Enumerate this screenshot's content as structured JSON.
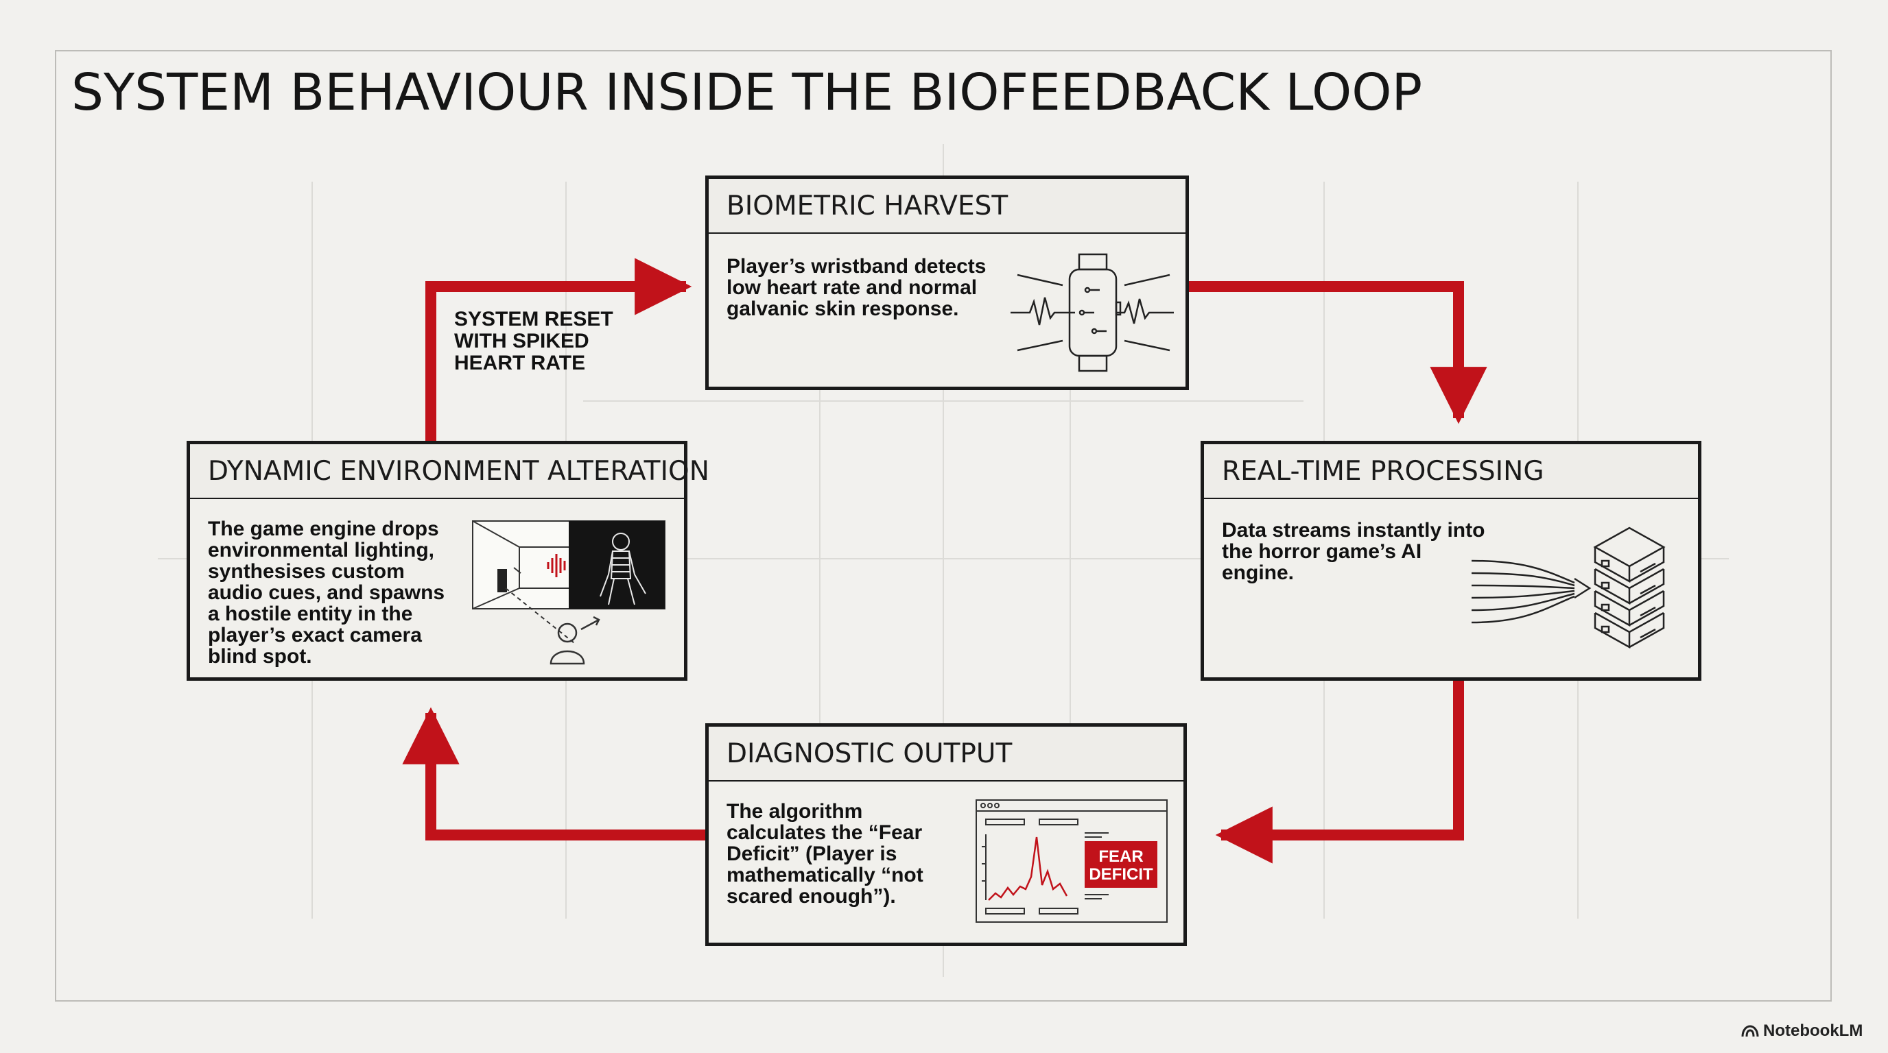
{
  "title": "SYSTEM BEHAVIOUR INSIDE THE BIOFEEDBACK LOOP",
  "nodes": {
    "biometric": {
      "title": "BIOMETRIC HARVEST",
      "text": "Player’s wristband detects low heart rate and normal galvanic skin response.",
      "icon": "smartwatch-icon"
    },
    "processing": {
      "title": "REAL-TIME PROCESSING",
      "text": "Data streams instantly into the horror game’s AI engine.",
      "icon": "server-stack-icon"
    },
    "diagnostic": {
      "title": "DIAGNOSTIC OUTPUT",
      "text": "The algorithm calculates the “Fear Deficit” (Player is mathematically “not scared enough”).",
      "icon": "dashboard-chart-icon",
      "badge": [
        "FEAR",
        "DEFICIT"
      ]
    },
    "environment": {
      "title": "DYNAMIC ENVIRONMENT ALTERATION",
      "text": "The game engine drops environmental lighting, synthesises custom audio cues, and spawns a hostile entity in the player’s exact camera blind spot.",
      "icon": "blind-spot-entity-icon"
    }
  },
  "edges": [
    {
      "from": "biometric",
      "to": "processing",
      "label": ""
    },
    {
      "from": "processing",
      "to": "diagnostic",
      "label": ""
    },
    {
      "from": "diagnostic",
      "to": "environment",
      "label": ""
    },
    {
      "from": "environment",
      "to": "biometric",
      "label": "SYSTEM RESET WITH SPIKED HEART RATE"
    }
  ],
  "colors": {
    "accent": "#c1121a",
    "ink": "#1a1a1a",
    "background": "#f2f1ee"
  },
  "brand": "NotebookLM"
}
